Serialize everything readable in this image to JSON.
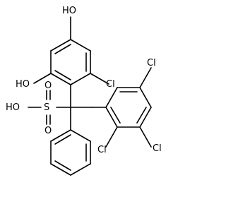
{
  "labels": {
    "hydroxyl_top": "HO",
    "chloro_ring_a": "Cl",
    "hydroxyl_left": "HO",
    "chloro_ring_b_top": "Cl",
    "chloro_ring_b_right": "Cl",
    "chloro_ring_b_bottom": "Cl",
    "sulfonic_hydroxyl": "HO",
    "sulfur": "S",
    "oxygen_upper": "O",
    "oxygen_lower": "O"
  }
}
